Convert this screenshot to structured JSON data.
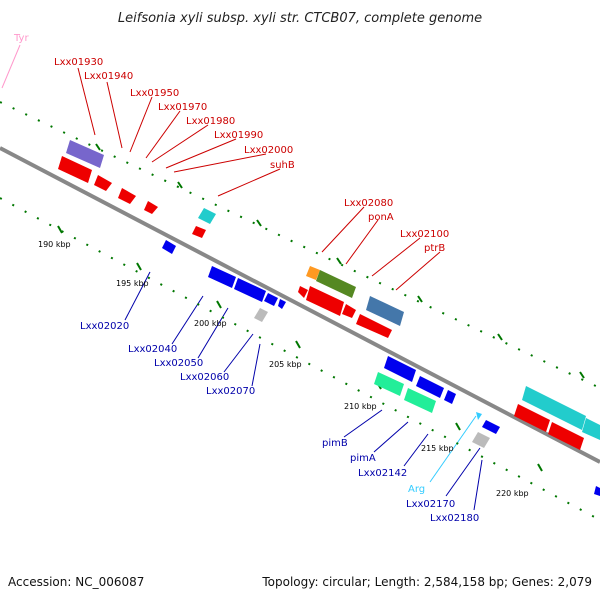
{
  "title": "Leifsonia xyli subsp. xyli str. CTCB07, complete genome",
  "footer": {
    "accession": "Accession: NC_006087",
    "topology": "Topology: circular; Length: 2,584,158 bp; Genes: 2,079"
  },
  "colors": {
    "forward_label": "#cc0000",
    "reverse_label": "#0000aa",
    "trna_pink": "#ff99cc",
    "trna_cyan": "#33ccff",
    "backbone": "#888888",
    "tick": "#007700",
    "red_gene": "#ee0000",
    "blue_gene": "#0000ee",
    "purple_gene": "#7766cc",
    "cyan_gene": "#22cccc",
    "green_gene": "#558822",
    "orange_gene": "#ff9922",
    "steel_gene": "#4477aa",
    "teal_gene": "#22ee99",
    "gray_gene": "#bbbbbb"
  },
  "kbp_marks": [
    "190 kbp",
    "195 kbp",
    "200 kbp",
    "205 kbp",
    "210 kbp",
    "215 kbp",
    "220 kbp"
  ],
  "forward_labels": [
    "Tyr",
    "Lxx01930",
    "Lxx01940",
    "Lxx01950",
    "Lxx01970",
    "Lxx01980",
    "Lxx01990",
    "Lxx02000",
    "suhB",
    "Lxx02080",
    "ponA",
    "Lxx02100",
    "ptrB"
  ],
  "reverse_labels": [
    "Lxx02020",
    "Lxx02040",
    "Lxx02050",
    "Lxx02060",
    "Lxx02070",
    "pimB",
    "pimA",
    "Lxx02142",
    "Arg",
    "Lxx02170",
    "Lxx02180"
  ]
}
